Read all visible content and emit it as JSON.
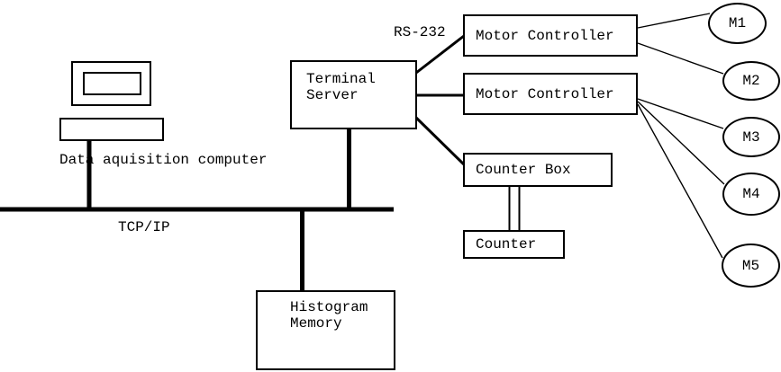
{
  "labels": {
    "rs232": "RS-232",
    "tcpip": "TCP/IP",
    "computer_caption": "Data aquisition computer"
  },
  "boxes": {
    "terminal_server": [
      "Terminal",
      "Server"
    ],
    "motor_controller_1": "Motor Controller",
    "motor_controller_2": "Motor Controller",
    "counter_box": "Counter Box",
    "counter": "Counter",
    "histogram_memory": [
      "Histogram",
      "Memory"
    ]
  },
  "motors": [
    "M1",
    "M2",
    "M3",
    "M4",
    "M5"
  ],
  "colors": {
    "line": "#000000",
    "background": "#ffffff",
    "text": "#000000"
  }
}
